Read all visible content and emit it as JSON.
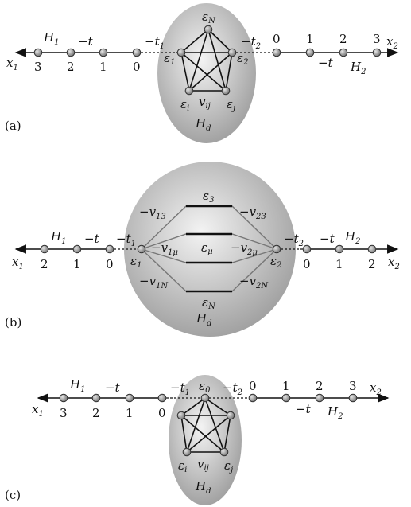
{
  "panels": [
    {
      "id": "a",
      "panel_label": "(a)",
      "left_lead": {
        "hamiltonian": "H",
        "hamiltonian_sub": "1",
        "hopping": "−t",
        "coupling": "−t",
        "coupling_sub": "1",
        "axis": "x",
        "axis_sub": "1",
        "site_labels": [
          "3",
          "2",
          "1",
          "0"
        ]
      },
      "right_lead": {
        "hamiltonian": "H",
        "hamiltonian_sub": "2",
        "hopping": "−t",
        "coupling": "−t",
        "coupling_sub": "2",
        "axis": "x",
        "axis_sub": "2",
        "site_labels": [
          "0",
          "1",
          "2",
          "3"
        ]
      },
      "dot": {
        "hamiltonian": "H",
        "hamiltonian_sub": "d",
        "levels": [
          {
            "sym": "ε",
            "sub": "N"
          },
          {
            "sym": "ε",
            "sub": "1"
          },
          {
            "sym": "ε",
            "sub": "2"
          },
          {
            "sym": "ε",
            "sub": "i"
          },
          {
            "sym": "ε",
            "sub": "j"
          }
        ],
        "coupling": {
          "sym": "v",
          "sub": "ij"
        }
      }
    },
    {
      "id": "b",
      "panel_label": "(b)",
      "left_lead": {
        "hamiltonian": "H",
        "hamiltonian_sub": "1",
        "hopping": "−t",
        "coupling": "−t",
        "coupling_sub": "1",
        "axis": "x",
        "axis_sub": "1",
        "site_labels": [
          "2",
          "1",
          "0"
        ]
      },
      "right_lead": {
        "hamiltonian": "H",
        "hamiltonian_sub": "2",
        "hopping": "−t",
        "coupling": "−t",
        "coupling_sub": "2",
        "axis": "x",
        "axis_sub": "2",
        "site_labels": [
          "0",
          "1",
          "2"
        ]
      },
      "dot": {
        "hamiltonian": "H",
        "hamiltonian_sub": "d",
        "contacts": [
          {
            "sym": "ε",
            "sub": "1"
          },
          {
            "sym": "ε",
            "sub": "2"
          }
        ],
        "levels": [
          {
            "sym": "ε",
            "sub": "3"
          },
          {
            "sym": "ε",
            "sub": "μ"
          },
          {
            "sym": "ε",
            "sub": "N"
          }
        ],
        "couplings": [
          {
            "sym": "−v",
            "sub": "13"
          },
          {
            "sym": "−v",
            "sub": "23"
          },
          {
            "sym": "−v",
            "sub": "1μ"
          },
          {
            "sym": "−v",
            "sub": "2μ"
          },
          {
            "sym": "−v",
            "sub": "1N"
          },
          {
            "sym": "−v",
            "sub": "2N"
          }
        ]
      }
    },
    {
      "id": "c",
      "panel_label": "(c)",
      "left_lead": {
        "hamiltonian": "H",
        "hamiltonian_sub": "1",
        "hopping": "−t",
        "coupling": "−t",
        "coupling_sub": "1",
        "axis": "x",
        "axis_sub": "1",
        "site_labels": [
          "3",
          "2",
          "1",
          "0"
        ]
      },
      "right_lead": {
        "hamiltonian": "H",
        "hamiltonian_sub": "2",
        "hopping": "−t",
        "coupling": "−t",
        "coupling_sub": "2",
        "axis": "x",
        "axis_sub": "2",
        "site_labels": [
          "0",
          "1",
          "2",
          "3"
        ]
      },
      "dot": {
        "hamiltonian": "H",
        "hamiltonian_sub": "d",
        "levels": [
          {
            "sym": "ε",
            "sub": "0"
          },
          {
            "sym": "ε",
            "sub": "i"
          },
          {
            "sym": "ε",
            "sub": "j"
          }
        ],
        "coupling": {
          "sym": "v",
          "sub": "ij"
        }
      }
    }
  ],
  "colors": {
    "site_fill": "#9a9a9a",
    "site_stroke": "#333333",
    "dot_center": "#f2f2f2",
    "dot_edge": "#9c9c9c"
  }
}
